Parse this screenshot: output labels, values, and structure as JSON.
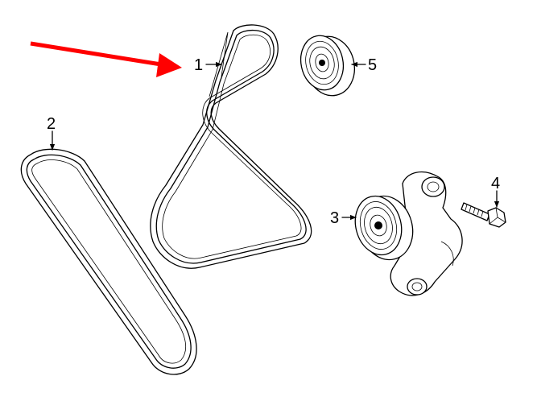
{
  "callouts": {
    "c1": "1",
    "c2": "2",
    "c3": "3",
    "c4": "4",
    "c5": "5"
  },
  "colors": {
    "pointer_arrow": "#ff0000",
    "line": "#000000",
    "background": "#ffffff"
  },
  "icons": {
    "pointer": "red-pointer-arrow-icon",
    "leader": "leader-arrow-icon"
  }
}
